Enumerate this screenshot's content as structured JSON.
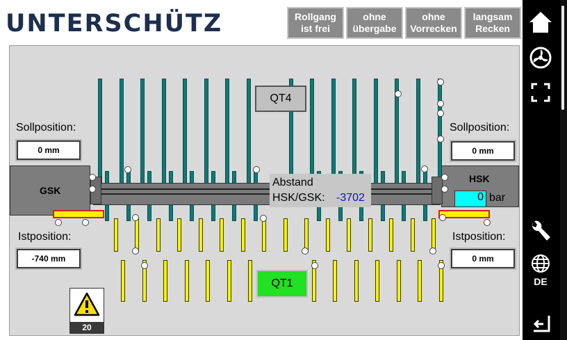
{
  "brand": {
    "name": "UNTERSCHÜTZ"
  },
  "toolbar": {
    "buttons": [
      {
        "label": "Rollgang\nist frei"
      },
      {
        "label": "ohne\nübergabe"
      },
      {
        "label": "ohne\nVorrecken"
      },
      {
        "label": "langsam\nRecken"
      }
    ]
  },
  "sidebar": {
    "home_icon": "home-icon",
    "fan_icon": "fan-icon",
    "fullscreen_icon": "fullscreen-icon",
    "settings_icon": "wrench-icon",
    "language_icon": "globe-icon",
    "language": "DE",
    "exit_icon": "exit-icon"
  },
  "left": {
    "soll_label": "Sollposition:",
    "soll_value": "0 mm",
    "ist_label": "Istposition:",
    "ist_value": "-740 mm",
    "unit_label": "GSK"
  },
  "right": {
    "soll_label": "Sollposition:",
    "soll_value": "0 mm",
    "ist_label": "Istposition:",
    "ist_value": "0 mm",
    "unit_label": "HSK",
    "pressure_value": "0",
    "pressure_unit": "bar"
  },
  "center": {
    "distance_line1": "Abstand",
    "distance_line2": "HSK/GSK:",
    "distance_value": "-3702",
    "qt4_label": "QT4",
    "qt1_label": "QT1"
  },
  "alarm": {
    "count": "20"
  },
  "colors": {
    "teal": "#0f7a78",
    "yellow": "#f5f20a",
    "green_button": "#22e022",
    "cyan_field": "#00ffff",
    "distance_value": "#1010c0"
  }
}
